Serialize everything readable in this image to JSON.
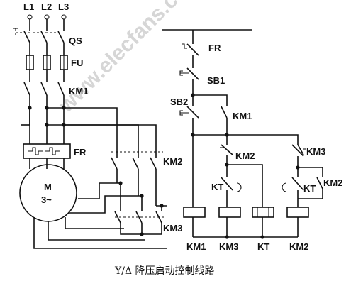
{
  "labels": {
    "phase_l1": "L1",
    "phase_l2": "L2",
    "phase_l3": "L3",
    "qs": "QS",
    "fu": "FU",
    "km1_main": "KM1",
    "fr_main": "FR",
    "km2_main": "KM2",
    "km3_main": "KM3",
    "motor_m": "M",
    "motor_phase": "3~",
    "fr_ctrl": "FR",
    "sb1": "SB1",
    "sb2": "SB2",
    "km1_aux": "KM1",
    "km2_aux": "KM2",
    "km3_aux": "KM3",
    "kt_contact1": "KT",
    "kt_contact2": "KT",
    "km2_aux2": "KM2",
    "coil_km1": "KM1",
    "coil_km3": "KM3",
    "coil_kt": "KT",
    "coil_km2": "KM2"
  },
  "caption": "Y/Δ 降压启动控制线路",
  "watermark": "www.elecfans.com"
}
